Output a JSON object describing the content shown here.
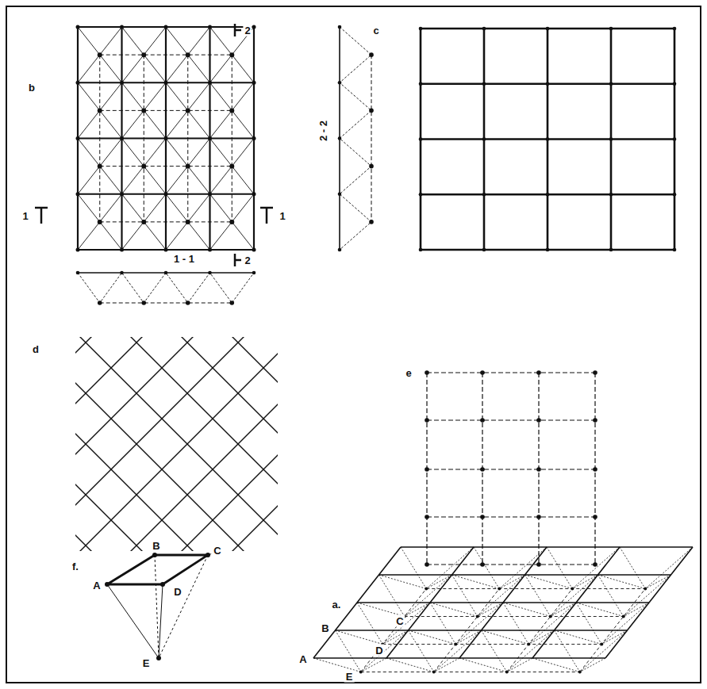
{
  "diagram": {
    "labels": [
      "b",
      "2",
      "c",
      "2 - 2",
      "1",
      "1",
      "2",
      "1 - 1",
      "d",
      "e",
      "f.",
      "B",
      "C",
      "A",
      "D",
      "E",
      "a.",
      "B",
      "C",
      "A",
      "D",
      "E"
    ]
  }
}
